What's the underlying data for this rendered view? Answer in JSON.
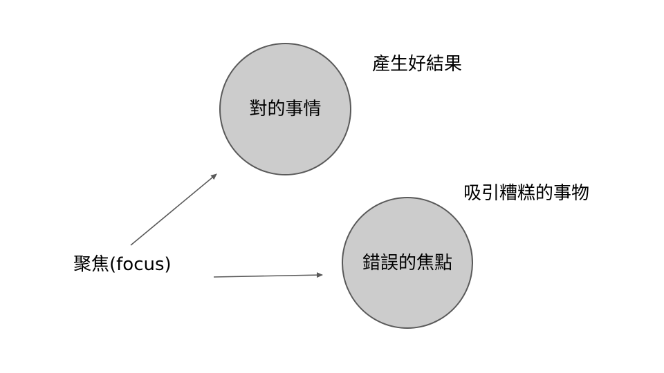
{
  "diagram": {
    "source": {
      "label": "聚焦(focus)"
    },
    "nodes": [
      {
        "id": "right-things",
        "label": "對的事情",
        "caption": "產生好結果"
      },
      {
        "id": "wrong-focus",
        "label": "錯誤的焦點",
        "caption": "吸引糟糕的事物"
      }
    ],
    "edges": [
      {
        "from": "source",
        "to": "right-things"
      },
      {
        "from": "source",
        "to": "wrong-focus"
      }
    ],
    "colors": {
      "node_fill": "#cccccc",
      "node_stroke": "#595959",
      "arrow": "#595959",
      "text": "#000000"
    }
  }
}
